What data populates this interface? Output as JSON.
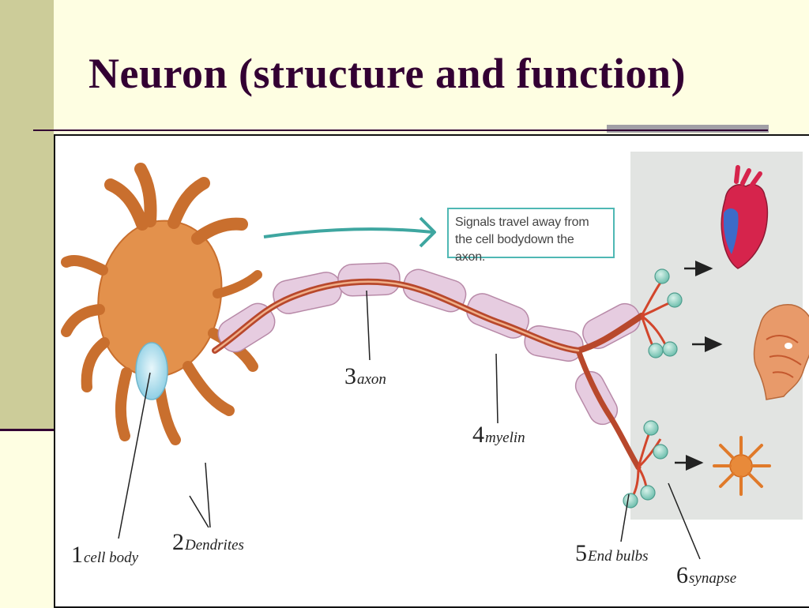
{
  "slide": {
    "title": "Neuron (structure and function)"
  },
  "diagram": {
    "callout": "Signals travel away from the cell bodydown the axon.",
    "labels": [
      {
        "number": "1",
        "text": "cell body"
      },
      {
        "number": "2",
        "text": "Dendrites"
      },
      {
        "number": "3",
        "text": "axon"
      },
      {
        "number": "4",
        "text": "myelin"
      },
      {
        "number": "5",
        "text": "End bulbs"
      },
      {
        "number": "6",
        "text": "synapse"
      }
    ],
    "targets": [
      "heart-icon",
      "head-muscles-icon",
      "neuron-cell-icon"
    ],
    "colors": {
      "cell_body": "#e3914c",
      "nucleus": "#a6dcec",
      "axon": "#b8482c",
      "myelin": "#e6cce0",
      "end_bulb": "#8ecfc0",
      "arrow": "#3ea6a0",
      "target_panel": "#e2e4e2"
    }
  }
}
